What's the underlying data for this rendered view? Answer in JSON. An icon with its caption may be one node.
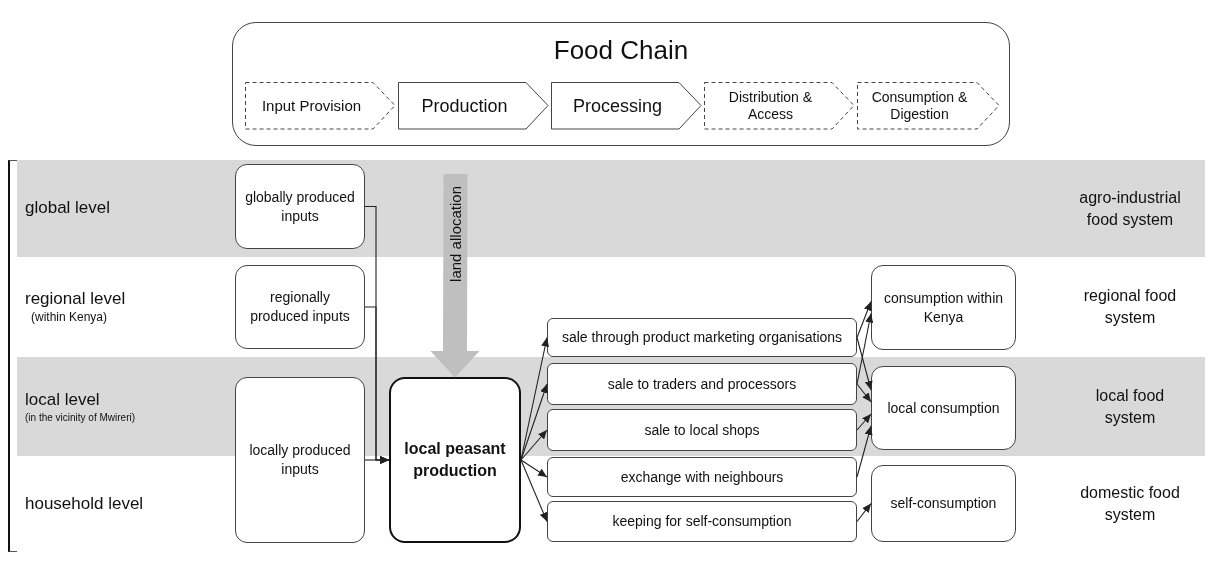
{
  "diagram": {
    "nodes": [
      {
        "text": [
          "Food Chain"
        ]
      },
      {
        "text": [
          "Input Provision"
        ],
        "in": 0
      },
      {
        "text": [
          "Production"
        ],
        "in": 0
      },
      {
        "text": [
          "Processing"
        ],
        "in": 0
      },
      {
        "text": [
          "Distribution & Access"
        ],
        "in": 0
      },
      {
        "text": [
          "Consumption & Digestion"
        ],
        "in": 0
      },
      {
        "text": [
          "global level",
          "agro-industrial food system"
        ]
      },
      {
        "text": [
          "globally produced inputs"
        ],
        "in": 6
      },
      {
        "text": [
          "regional level",
          "(within Kenya)",
          "regional food system"
        ]
      },
      {
        "text": [
          "regionally produced inputs"
        ],
        "in": 8
      },
      {
        "text": [
          "consumption within Kenya"
        ],
        "in": 8
      },
      {
        "text": [
          "local level",
          "(in the vicinity of Mwireri)",
          "local food system"
        ]
      },
      {
        "text": [
          "sale to traders and processors"
        ],
        "in": 11
      },
      {
        "text": [
          "sale to local shops"
        ],
        "in": 11
      },
      {
        "text": [
          "local consumption"
        ],
        "in": 11
      },
      {
        "text": [
          "household level",
          "domestic food system"
        ]
      },
      {
        "text": [
          "exchange with neighbours"
        ],
        "in": 15
      },
      {
        "text": [
          "keeping for self-consumption"
        ],
        "in": 15
      },
      {
        "text": [
          "self-consumption"
        ],
        "in": 15
      },
      {
        "text": [
          "locally produced inputs"
        ]
      },
      {
        "text": [
          "local peasant production"
        ]
      },
      {
        "text": [
          "sale through product marketing organisations"
        ],
        "in": 8
      }
    ],
    "edges": [
      {
        "from": 7,
        "to": 20,
        "arrow": "to"
      },
      {
        "from": 9,
        "to": 20,
        "arrow": "to"
      },
      {
        "from": 19,
        "to": 20,
        "arrow": "to"
      },
      {
        "from": 6,
        "to": 20,
        "arrow": "to",
        "label": "land allocation",
        "style": "thick",
        "color": "#bfbfbf"
      },
      {
        "from": 20,
        "to": 21,
        "arrow": "to"
      },
      {
        "from": 20,
        "to": 12,
        "arrow": "to"
      },
      {
        "from": 20,
        "to": 13,
        "arrow": "to"
      },
      {
        "from": 20,
        "to": 16,
        "arrow": "to"
      },
      {
        "from": 20,
        "to": 17,
        "arrow": "to"
      },
      {
        "from": 21,
        "to": 10,
        "arrow": "to"
      },
      {
        "from": 21,
        "to": 14,
        "arrow": "to"
      },
      {
        "from": 12,
        "to": 10,
        "arrow": "to"
      },
      {
        "from": 12,
        "to": 14,
        "arrow": "to"
      },
      {
        "from": 13,
        "to": 14,
        "arrow": "to"
      },
      {
        "from": 16,
        "to": 14,
        "arrow": "to"
      },
      {
        "from": 17,
        "to": 18,
        "arrow": "to"
      }
    ]
  }
}
